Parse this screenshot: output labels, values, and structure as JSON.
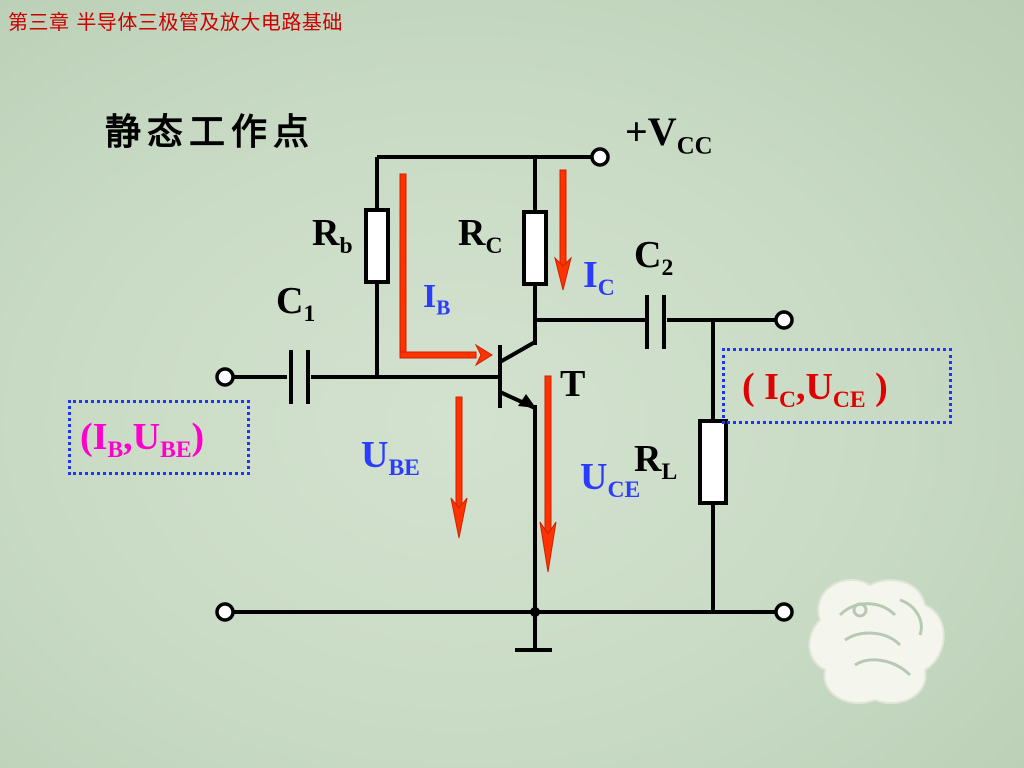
{
  "header": {
    "chapter": "第三章  半导体三极管及放大电路基础"
  },
  "slide": {
    "title": "静态工作点"
  },
  "circuit": {
    "vcc": {
      "main": "+V",
      "sub": "CC"
    },
    "rb": {
      "main": "R",
      "sub": "b"
    },
    "rc": {
      "main": "R",
      "sub": "C"
    },
    "c1": {
      "main": "C",
      "sub": "1"
    },
    "c2": {
      "main": "C",
      "sub": "2"
    },
    "rl": {
      "main": "R",
      "sub": "L"
    },
    "transistor": "T",
    "ib": {
      "main": "I",
      "sub": "B"
    },
    "ic": {
      "main": "I",
      "sub": "C"
    },
    "ube": {
      "main": "U",
      "sub": "BE"
    },
    "uce": {
      "main": "U",
      "sub": "CE"
    }
  },
  "input_group": {
    "open": "(",
    "i": "I",
    "i_sub": "B",
    "sep": ",",
    "u": "U",
    "u_sub": "BE",
    "close": ")"
  },
  "output_group": {
    "open": "( ",
    "i": "I",
    "i_sub": "C",
    "sep": ",",
    "u": "U",
    "u_sub": "CE",
    "close": " )"
  },
  "colors": {
    "wire": "#000000",
    "arrow": "#ff3300",
    "blue_label": "#2b3cff",
    "red_label": "#e00000",
    "magenta_label": "#ff00cc",
    "dotted_box": "#1f33ff",
    "background": "#c9dbc6"
  }
}
